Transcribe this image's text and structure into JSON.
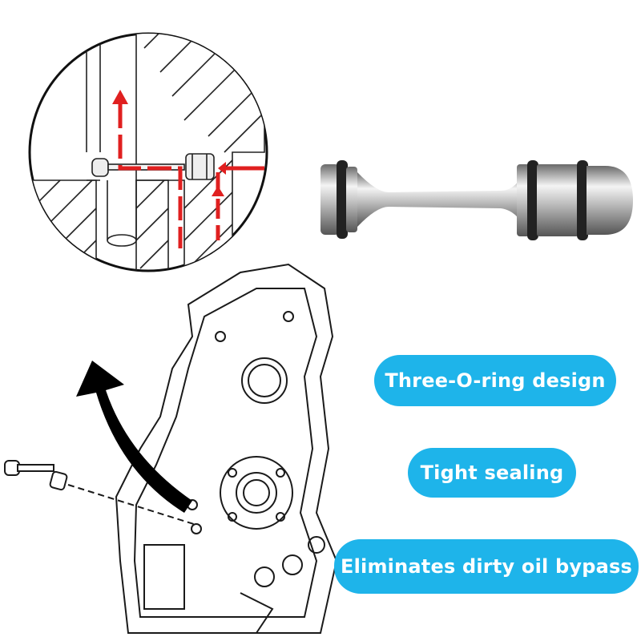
{
  "features": [
    {
      "label": "Three-O-ring design"
    },
    {
      "label": "Tight sealing"
    },
    {
      "label": "Eliminates dirty oil bypass"
    }
  ],
  "colors": {
    "label_bg": "#1eb4ea",
    "label_text": "#ffffff",
    "flow_arrow": "#e02020",
    "line_art": "#1a1a1a"
  }
}
